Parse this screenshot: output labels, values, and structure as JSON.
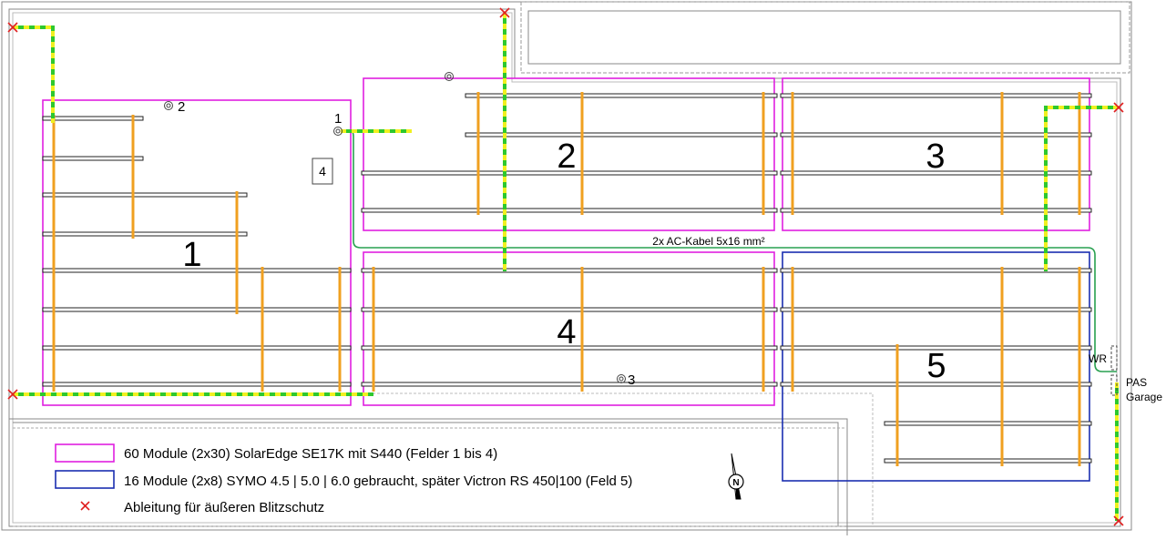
{
  "fields": {
    "f1": "1",
    "f2": "2",
    "f3": "3",
    "f4": "4",
    "f5": "5"
  },
  "points": {
    "p1": "1",
    "p2": "2",
    "p3": "3",
    "box4": "4"
  },
  "cable_label": "2x AC-Kabel 5x16 mm²",
  "wr_label": "WR",
  "pas_label_1": "PAS",
  "pas_label_2": "Garage",
  "compass_label": "N",
  "legend": {
    "item1": "60 Module (2x30) SolarEdge SE17K mit S440 (Felder 1 bis 4)",
    "item2": "16 Module (2x8) SYMO 4.5 | 5.0 | 6.0 gebraucht, später Victron RS 450|100 (Feld 5)",
    "item3": "Ableitung für äußeren Blitzschutz"
  },
  "colors": {
    "field_solaredge": "#e020e0",
    "field_symo": "#1a2eb0",
    "rail_support": "#f0a020",
    "lightning_conductor_green": "#2ec82e",
    "lightning_conductor_yellow": "#f0f020",
    "ac_cable": "#28a050",
    "derivation_mark": "#e02020"
  }
}
